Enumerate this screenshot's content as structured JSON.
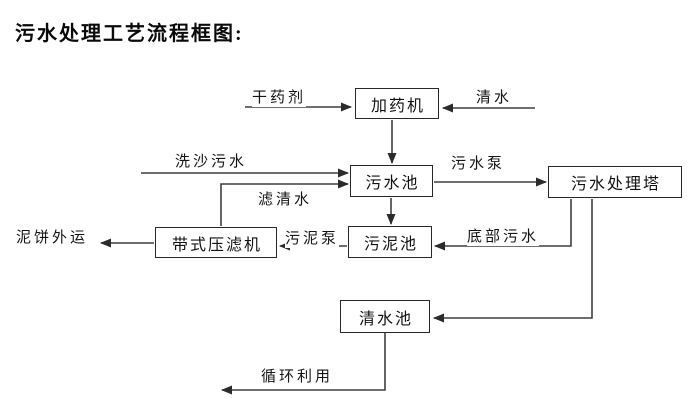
{
  "title": "污水处理工艺流程框图:",
  "colors": {
    "background": "#ffffff",
    "line": "#3f3f3f",
    "arrowhead": "#2b2b2b",
    "box_border": "#282828",
    "box_fill": "#ffffff",
    "text": "#111111"
  },
  "nodes": [
    {
      "id": "dosing-machine",
      "label": "加药机"
    },
    {
      "id": "sewage-pool",
      "label": "污水池"
    },
    {
      "id": "sewage-treatment-tower",
      "label": "污水处理塔"
    },
    {
      "id": "sludge-pool",
      "label": "污泥池"
    },
    {
      "id": "belt-filter-press",
      "label": "带式压滤机"
    },
    {
      "id": "clean-water-pool",
      "label": "清水池"
    }
  ],
  "edges": [
    {
      "label": "干药剂",
      "from": "external-input",
      "to": "dosing-machine"
    },
    {
      "label": "清水",
      "from": "external-input",
      "to": "dosing-machine"
    },
    {
      "label": "",
      "from": "dosing-machine",
      "to": "sewage-pool"
    },
    {
      "label": "洗沙污水",
      "from": "external-input",
      "to": "sewage-pool"
    },
    {
      "label": "滤清水",
      "from": "belt-filter-press",
      "to": "sewage-pool"
    },
    {
      "label": "污水泵",
      "from": "sewage-pool",
      "to": "sewage-treatment-tower"
    },
    {
      "label": "",
      "from": "sewage-pool",
      "to": "sludge-pool"
    },
    {
      "label": "底部污水",
      "from": "sewage-treatment-tower",
      "to": "sludge-pool"
    },
    {
      "label": "污泥泵",
      "from": "sludge-pool",
      "to": "belt-filter-press"
    },
    {
      "label": "泥饼外运",
      "from": "belt-filter-press",
      "to": "external-output"
    },
    {
      "label": "",
      "from": "sewage-treatment-tower",
      "to": "clean-water-pool"
    },
    {
      "label": "循环利用",
      "from": "clean-water-pool",
      "to": "external-output"
    }
  ]
}
